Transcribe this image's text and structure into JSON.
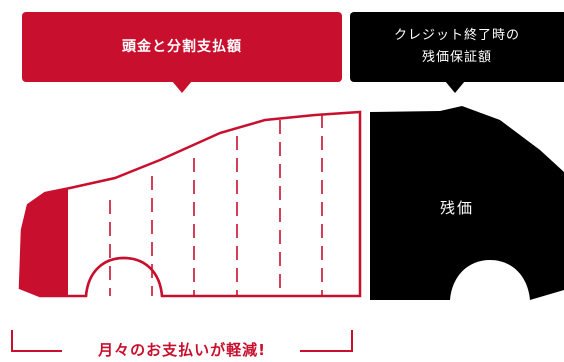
{
  "colors": {
    "accent": "#c8102e",
    "dark": "#000000",
    "background": "#ffffff"
  },
  "callouts": {
    "upfront": {
      "label": "頭金と分割支払額"
    },
    "residual": {
      "line1": "クレジット終了時の",
      "line2": "残価保証額"
    }
  },
  "car": {
    "residual_label": "残価"
  },
  "caption": "月々のお支払いが軽減!"
}
